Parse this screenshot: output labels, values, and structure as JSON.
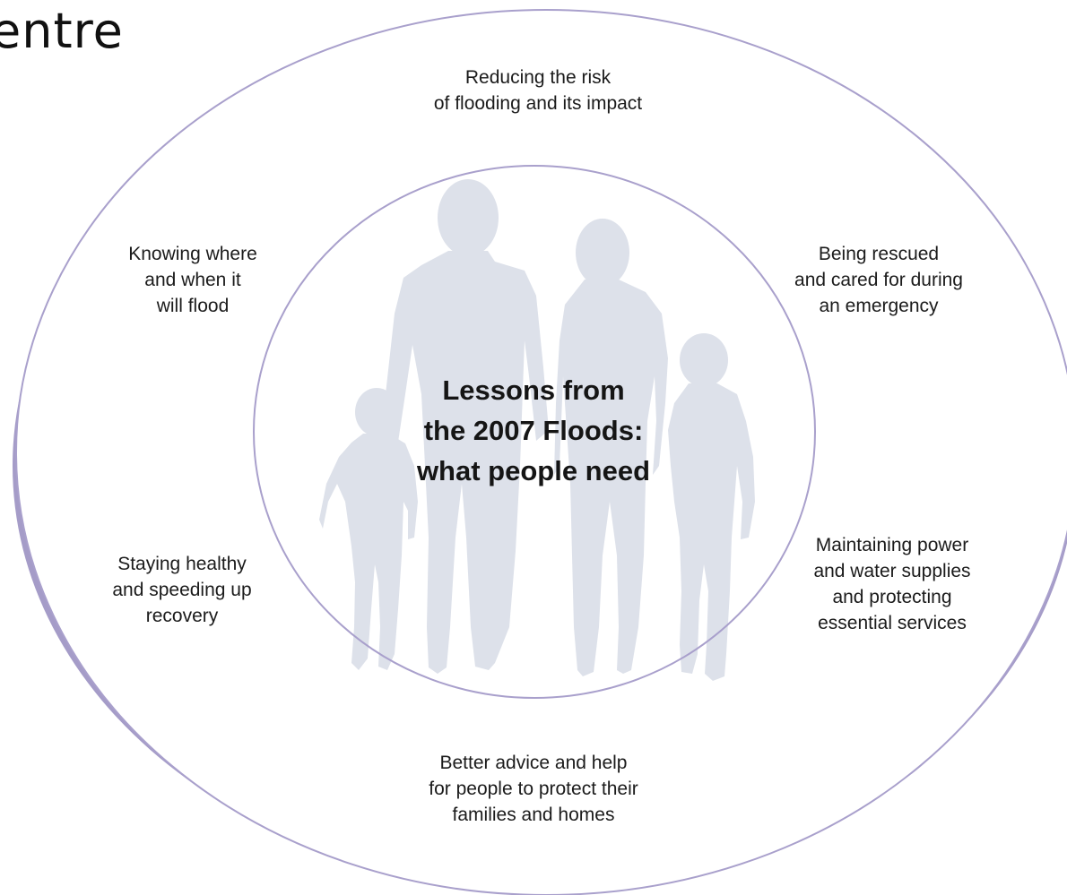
{
  "page_title_fragment": "entre",
  "center": {
    "title": "Lessons from\nthe 2007 Floods:\nwhat people need"
  },
  "needs": {
    "reducing_risk": "Reducing the risk\nof flooding and its impact",
    "knowing_where": "Knowing where\nand when it\nwill flood",
    "being_rescued": "Being rescued\nand cared for during\nan emergency",
    "staying_healthy": "Staying healthy\nand speeding up\nrecovery",
    "maintaining_power": "Maintaining power\nand water supplies\nand protecting\nessential services",
    "better_advice": "Better advice and help\nfor people to protect their\nfamilies and homes"
  },
  "colors": {
    "ring_outline": "#a9a0cc",
    "ring_shadow": "#a59cc8",
    "silhouette": "#dde1ea"
  },
  "icons": {
    "background_figure": "family-silhouette"
  }
}
